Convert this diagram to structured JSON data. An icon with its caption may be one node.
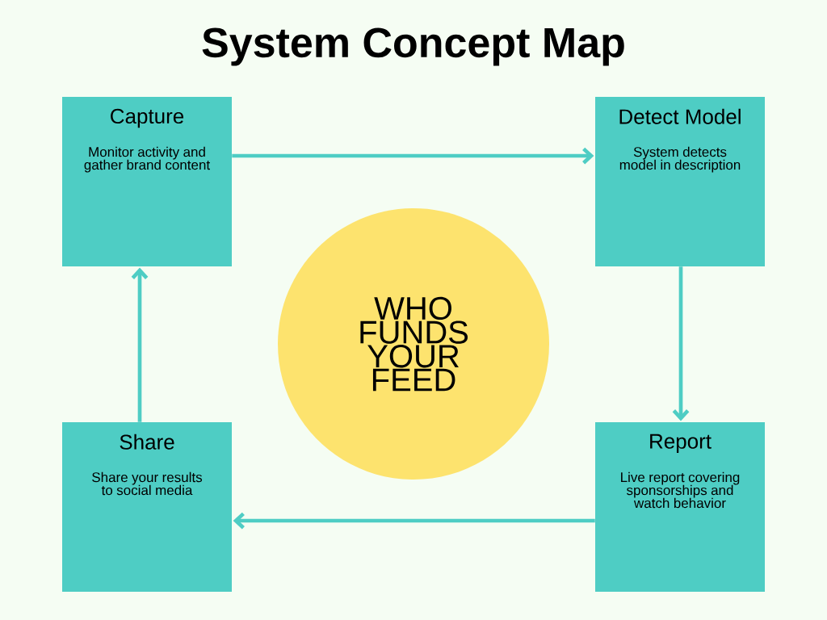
{
  "diagram": {
    "title": "System Concept Map",
    "nodes": [
      {
        "text": [
          "Capture",
          "Monitor activity and gather brand content"
        ]
      },
      {
        "text": [
          "Detect Model",
          "System detects model in description"
        ]
      },
      {
        "text": [
          "Report",
          "Live report covering sponsorships and watch behavior"
        ]
      },
      {
        "text": [
          "Share",
          "Share your results to social media"
        ]
      },
      {
        "text": [
          "WHO FUNDS YOUR FEED"
        ]
      }
    ],
    "edges": [
      {
        "from": 0,
        "to": 1,
        "arrow": "to"
      },
      {
        "from": 1,
        "to": 2,
        "arrow": "to"
      },
      {
        "from": 2,
        "to": 3,
        "arrow": "to"
      },
      {
        "from": 3,
        "to": 0,
        "arrow": "to"
      }
    ]
  }
}
